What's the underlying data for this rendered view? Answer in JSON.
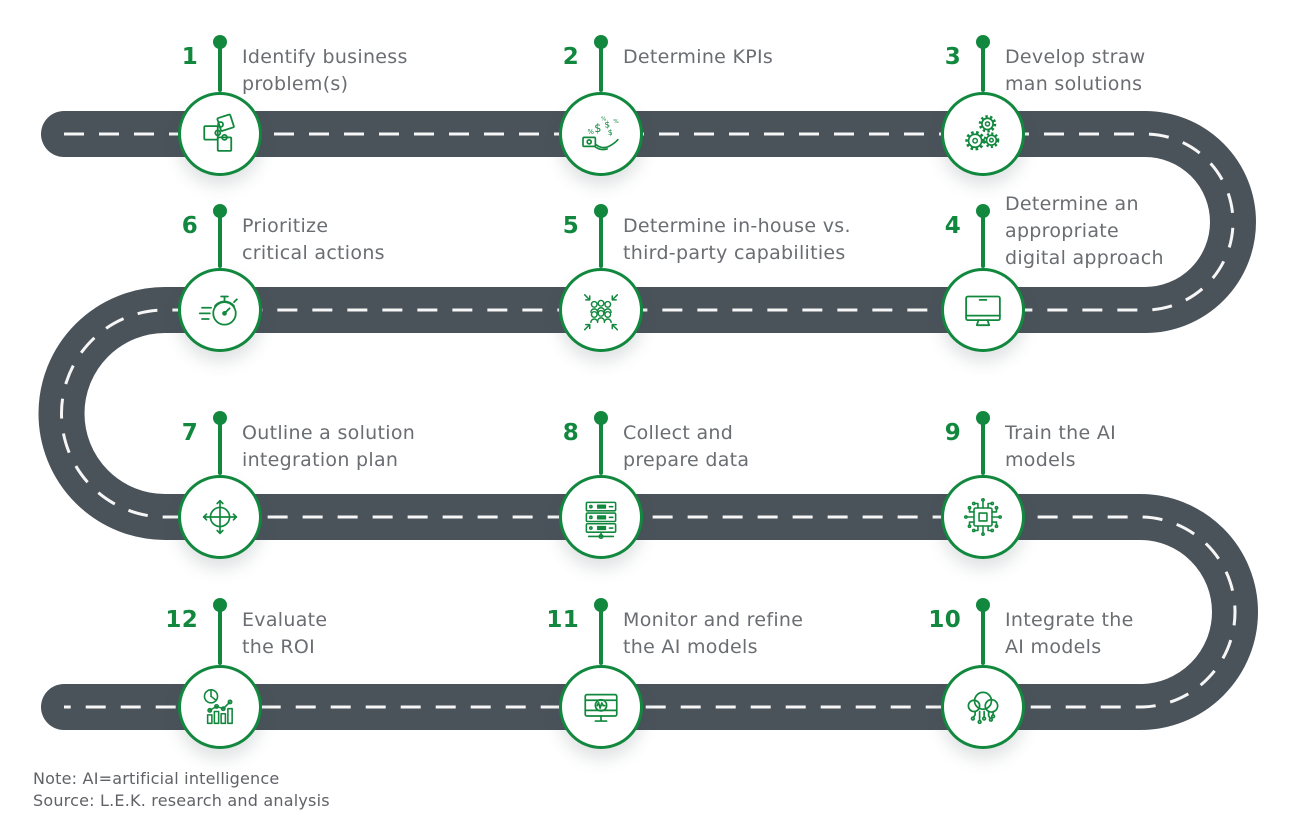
{
  "diagram": {
    "steps": [
      {
        "num": "1",
        "label_lines": [
          "Identify business",
          "problem(s)"
        ],
        "icon": "puzzle-icon"
      },
      {
        "num": "2",
        "label_lines": [
          "Determine KPIs"
        ],
        "icon": "money-hand-icon"
      },
      {
        "num": "3",
        "label_lines": [
          "Develop straw",
          "man solutions"
        ],
        "icon": "gears-icon"
      },
      {
        "num": "4",
        "label_lines": [
          "Determine an",
          "appropriate",
          "digital approach"
        ],
        "icon": "monitor-icon"
      },
      {
        "num": "5",
        "label_lines": [
          "Determine in-house vs.",
          "third-party capabilities"
        ],
        "icon": "team-icon"
      },
      {
        "num": "6",
        "label_lines": [
          "Prioritize",
          "critical actions"
        ],
        "icon": "stopwatch-icon"
      },
      {
        "num": "7",
        "label_lines": [
          "Outline a solution",
          "integration plan"
        ],
        "icon": "crosshair-icon"
      },
      {
        "num": "8",
        "label_lines": [
          "Collect and",
          "prepare data"
        ],
        "icon": "servers-icon"
      },
      {
        "num": "9",
        "label_lines": [
          "Train the AI",
          "models"
        ],
        "icon": "chip-icon"
      },
      {
        "num": "10",
        "label_lines": [
          "Integrate the",
          "AI models"
        ],
        "icon": "cloud-circuit-icon"
      },
      {
        "num": "11",
        "label_lines": [
          "Monitor and refine",
          "the AI models"
        ],
        "icon": "monitor-wave-icon"
      },
      {
        "num": "12",
        "label_lines": [
          "Evaluate",
          "the ROI"
        ],
        "icon": "analytics-icon"
      }
    ],
    "note": "Note: AI=artificial intelligence",
    "source": "Source: L.E.K. research and analysis",
    "colors": {
      "green": "#12883E",
      "road": "#4A525A",
      "label": "#6A6D71",
      "note": "#606266"
    }
  }
}
